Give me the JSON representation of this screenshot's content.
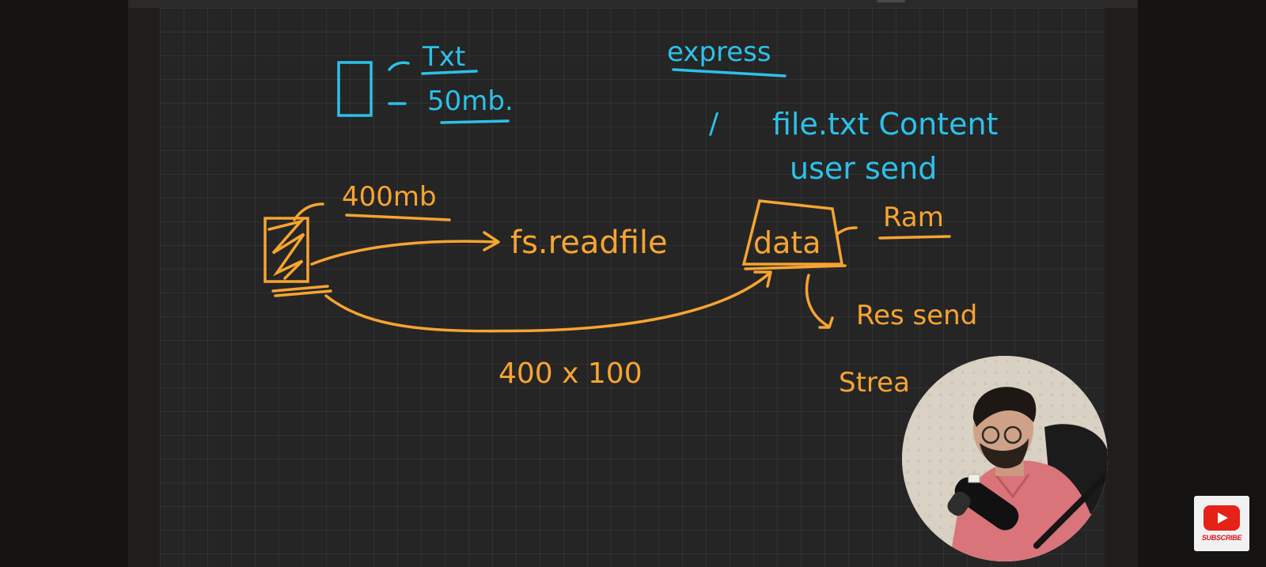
{
  "whiteboard": {
    "notes_top_left": {
      "label_txt": "Txt",
      "label_size": "50mb."
    },
    "notes_top_right": {
      "heading": "express",
      "bullet": "/",
      "line1": "file.txt Content",
      "line2": "user send"
    },
    "flow": {
      "file_size": "400mb",
      "read_call": "fs.readfile",
      "data_box": "data",
      "ram_label": "Ram",
      "response_label": "Res send",
      "calc": "400 x 100",
      "stream_label": "Strea"
    }
  },
  "subscribe_badge": {
    "icon": "youtube-play-icon",
    "label": "SUBSCRIBE"
  },
  "colors": {
    "blue_ink": "#2cc1ea",
    "orange_ink": "#f7a431",
    "board_bg": "#252525",
    "youtube_red": "#e62117"
  }
}
